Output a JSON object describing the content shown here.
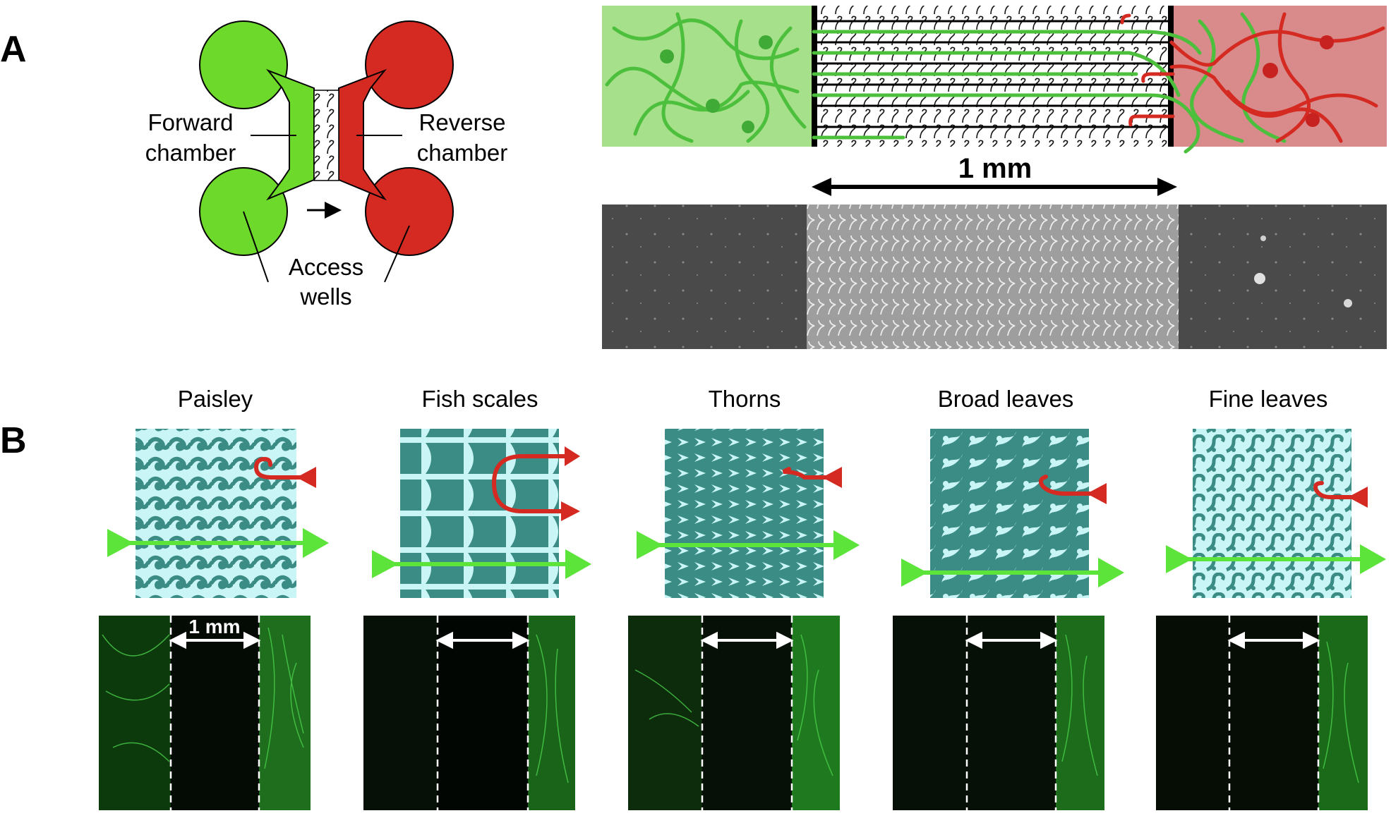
{
  "panelA": {
    "letter": "A",
    "forward_label_1": "Forward",
    "forward_label_2": "chamber",
    "reverse_label_1": "Reverse",
    "reverse_label_2": "chamber",
    "access_label_1": "Access",
    "access_label_2": "wells",
    "scale_bar_label": "1 mm"
  },
  "panelB": {
    "letter": "B",
    "patterns": [
      {
        "name": "Paisley",
        "scale_label": "1 mm"
      },
      {
        "name": "Fish scales",
        "scale_label": ""
      },
      {
        "name": "Thorns",
        "scale_label": ""
      },
      {
        "name": "Broad leaves",
        "scale_label": ""
      },
      {
        "name": "Fine leaves",
        "scale_label": ""
      }
    ]
  },
  "colors": {
    "forward": "#6dd92a",
    "reverse": "#d42a22",
    "teal": "#3c8c86",
    "light_cyan": "#c9f5f6",
    "bright_green": "#5de43a"
  }
}
